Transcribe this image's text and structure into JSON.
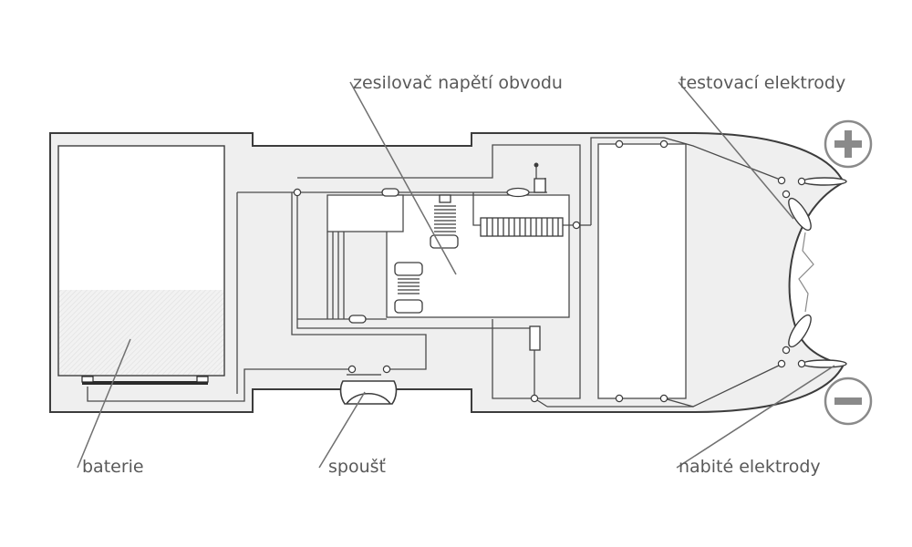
{
  "diagram": {
    "labels": {
      "amplifier": "zesilovač napětí obvodu",
      "test_electrodes": "testovací elektrody",
      "battery": "baterie",
      "trigger": "spoušť",
      "charged_electrodes": "nabité elektrody"
    },
    "polarity": {
      "positive_icon": "plus-icon",
      "negative_icon": "minus-icon"
    },
    "colors": {
      "body_fill": "#efefef",
      "outline": "#3c3c3c",
      "text": "#595959",
      "polarity_circle": "#8a8a8a",
      "leader": "#707070"
    }
  }
}
